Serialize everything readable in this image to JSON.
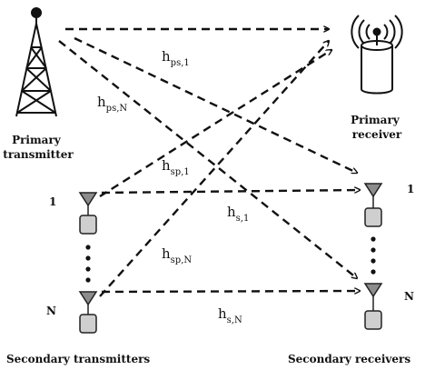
{
  "labels": {
    "primary_transmitter": [
      "Primary",
      "transmitter"
    ],
    "primary_receiver": [
      "Primary",
      "receiver"
    ],
    "secondary_transmitters": "Secondary transmitters",
    "secondary_receivers": "Secondary receivers",
    "tx_index_1": "1",
    "tx_index_n": "N",
    "rx_index_1": "1",
    "rx_index_n": "N"
  },
  "channels": {
    "hps1": {
      "base": "h",
      "sub": "ps,1"
    },
    "hpsN": {
      "base": "h",
      "sub": "ps,N"
    },
    "hsp1": {
      "base": "h",
      "sub": "sp,1"
    },
    "hs1": {
      "base": "h",
      "sub": "s,1"
    },
    "hspN": {
      "base": "h",
      "sub": "sp,N"
    },
    "hsN": {
      "base": "h",
      "sub": "s,N"
    }
  }
}
